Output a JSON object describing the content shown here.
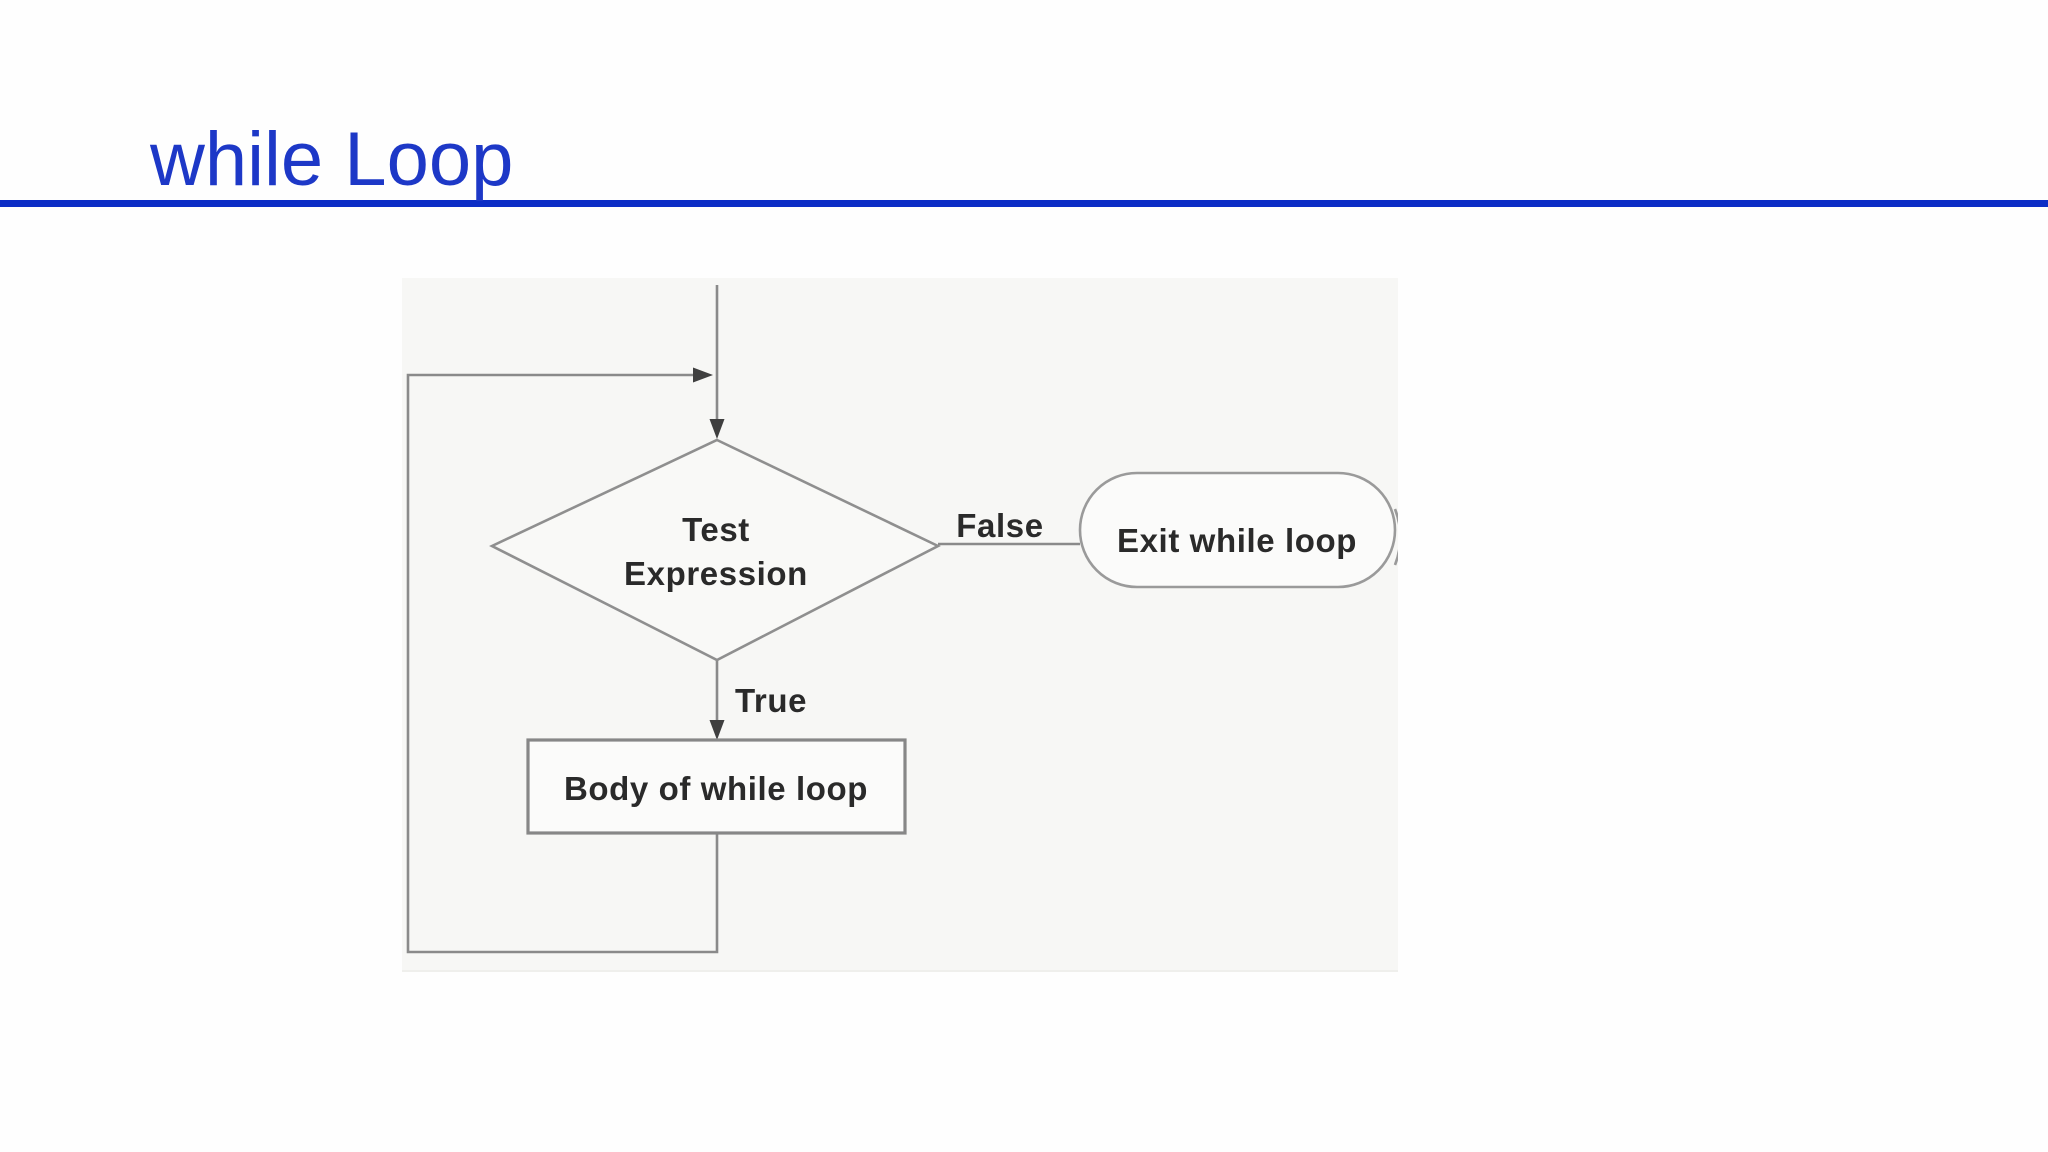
{
  "slide": {
    "title": "while Loop",
    "title_color": "#1d38c7",
    "rule_color": "#0c2dc6",
    "background_color": "#ffffff"
  },
  "flowchart": {
    "background_color": "#f7f7f5",
    "line_color": "#8a8a8a",
    "arrowhead_color": "#3f3f3f",
    "label_color": "#2a2a2a",
    "nodes": {
      "decision": {
        "shape": "diamond",
        "label_line1": "Test",
        "label_line2": "Expression"
      },
      "exit": {
        "shape": "stadium",
        "label": "Exit while loop"
      },
      "body": {
        "shape": "rectangle",
        "label": "Body of while loop"
      }
    },
    "edges": {
      "false_label": "False",
      "true_label": "True"
    }
  }
}
